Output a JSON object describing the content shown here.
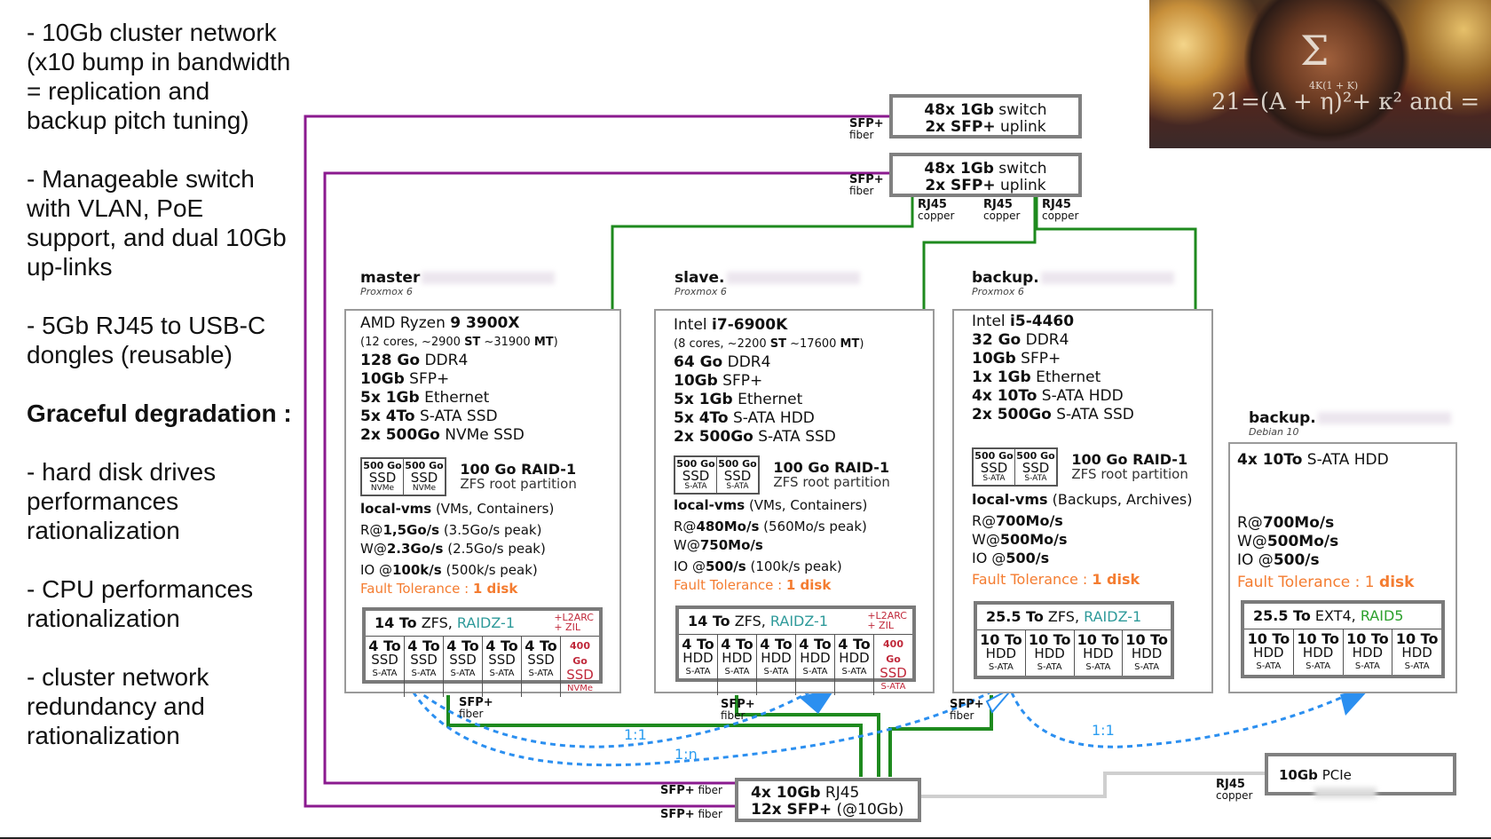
{
  "notes": {
    "items": [
      "- 10Gb cluster network (x10 bump in bandwidth = replication and backup pitch tuning)",
      "- Manageable switch with VLAN, PoE support, and dual 10Gb up-links",
      "- 5Gb RJ45 to USB-C dongles (reusable)"
    ],
    "heading": "Graceful degradation :",
    "degradation": [
      "- hard disk drives performances rationalization",
      "- CPU performances rationalization",
      "- cluster network redundancy and rationalization"
    ]
  },
  "switches": {
    "top1": {
      "l1_bold": "48x 1Gb",
      "l1": " switch",
      "l2_bold": "2x SFP+",
      "l2": " uplink"
    },
    "top2": {
      "l1_bold": "48x 1Gb",
      "l1": " switch",
      "l2_bold": "2x SFP+",
      "l2": " uplink"
    },
    "core": {
      "l1_bold": "4x 10Gb",
      "l1": " RJ45",
      "l2_bold": "12x SFP+",
      "l2": " (@10Gb)"
    },
    "pcie": {
      "l1_bold": "10Gb",
      "l1": " PCIe"
    }
  },
  "link_labels": {
    "sfp": "SFP+",
    "fiber": "fiber",
    "rj45": "RJ45",
    "copper": "copper",
    "sfp_fiber": "SFP+",
    "fiber_inline": " fiber"
  },
  "ratios": [
    "1:1",
    "1:n",
    "1:1"
  ],
  "hosts": {
    "master": {
      "name": "master",
      "os": "Proxmox 6",
      "cpu_pre": "AMD Ryzen ",
      "cpu": "9 3900X",
      "cpu_detail_pre": "(12 cores, ~2900 ",
      "st": "ST",
      "cpu_detail_mid": " ~31900 ",
      "mt": "MT",
      "cpu_detail_post": ")",
      "specs": [
        {
          "b": "128 Go",
          "t": " DDR4"
        },
        {
          "b": "10Gb",
          "t": " SFP+"
        },
        {
          "b": "5x 1Gb",
          "t": " Ethernet"
        },
        {
          "b": "5x 4To",
          "t": " S-ATA SSD"
        },
        {
          "b": "2x 500Go",
          "t": " NVMe SSD"
        }
      ],
      "root_disks": [
        {
          "t": "500 Go",
          "m": "SSD",
          "s": "NVMe"
        },
        {
          "t": "500 Go",
          "m": "SSD",
          "s": "NVMe"
        }
      ],
      "root_l1": "100 Go RAID-1",
      "root_l2": "ZFS root partition",
      "vms_b": "local-vms",
      "vms_t": " (VMs, Containers)",
      "r_pre": "R@",
      "r_b": "1,5Go/s",
      "r_post": " (3.5Go/s peak)",
      "w_pre": "W@",
      "w_b": "2.3Go/s",
      "w_post": " (2.5Go/s peak)",
      "io_pre": "IO @",
      "io_b": "100k/s",
      "io_post": " (500k/s peak)",
      "ft": "Fault Tolerance : ",
      "ft_b": "1 disk",
      "pool_b": "14 To",
      "pool_t": " ZFS, ",
      "pool_raid": "RAIDZ-1",
      "pool_extra1": "+L2ARC",
      "pool_extra2": "+ ZIL",
      "disks": [
        {
          "t": "4 To",
          "m": "SSD",
          "s": "S-ATA"
        },
        {
          "t": "4 To",
          "m": "SSD",
          "s": "S-ATA"
        },
        {
          "t": "4 To",
          "m": "SSD",
          "s": "S-ATA"
        },
        {
          "t": "4 To",
          "m": "SSD",
          "s": "S-ATA"
        },
        {
          "t": "4 To",
          "m": "SSD",
          "s": "S-ATA"
        }
      ],
      "cache": {
        "t": "400 Go",
        "m": "SSD",
        "s": "NVMe"
      }
    },
    "slave": {
      "name": "slave.",
      "os": "Proxmox 6",
      "cpu_pre": "Intel ",
      "cpu": "i7-6900K",
      "cpu_detail_pre": "(8 cores, ~2200 ",
      "st": "ST",
      "cpu_detail_mid": " ~17600 ",
      "mt": "MT",
      "cpu_detail_post": ")",
      "specs": [
        {
          "b": "64 Go",
          "t": " DDR4"
        },
        {
          "b": "10Gb",
          "t": " SFP+"
        },
        {
          "b": "5x 1Gb",
          "t": " Ethernet"
        },
        {
          "b": "5x 4To",
          "t": " S-ATA HDD"
        },
        {
          "b": "2x 500Go",
          "t": " S-ATA SSD"
        }
      ],
      "root_disks": [
        {
          "t": "500 Go",
          "m": "SSD",
          "s": "S-ATA"
        },
        {
          "t": "500 Go",
          "m": "SSD",
          "s": "S-ATA"
        }
      ],
      "root_l1": "100 Go RAID-1",
      "root_l2": "ZFS root partition",
      "vms_b": "local-vms",
      "vms_t": " (VMs, Containers)",
      "r_pre": "R@",
      "r_b": "480Mo/s",
      "r_post": " (560Mo/s peak)",
      "w_pre": "W@",
      "w_b": "750Mo/s",
      "w_post": "",
      "io_pre": "IO @",
      "io_b": "500/s",
      "io_post": " (100k/s peak)",
      "ft": "Fault Tolerance : ",
      "ft_b": "1 disk",
      "pool_b": "14 To",
      "pool_t": " ZFS, ",
      "pool_raid": "RAIDZ-1",
      "pool_extra1": "+L2ARC",
      "pool_extra2": "+ ZIL",
      "disks": [
        {
          "t": "4 To",
          "m": "HDD",
          "s": "S-ATA"
        },
        {
          "t": "4 To",
          "m": "HDD",
          "s": "S-ATA"
        },
        {
          "t": "4 To",
          "m": "HDD",
          "s": "S-ATA"
        },
        {
          "t": "4 To",
          "m": "HDD",
          "s": "S-ATA"
        },
        {
          "t": "4 To",
          "m": "HDD",
          "s": "S-ATA"
        }
      ],
      "cache": {
        "t": "400 Go",
        "m": "SSD",
        "s": "S-ATA"
      }
    },
    "backup": {
      "name": "backup.",
      "os": "Proxmox 6",
      "cpu_pre": "Intel ",
      "cpu": "i5-4460",
      "specs": [
        {
          "b": "32 Go",
          "t": " DDR4"
        },
        {
          "b": "10Gb",
          "t": " SFP+"
        },
        {
          "b": "1x 1Gb",
          "t": " Ethernet"
        },
        {
          "b": "4x 10To",
          "t": " S-ATA HDD"
        },
        {
          "b": "2x 500Go",
          "t": " S-ATA SSD"
        }
      ],
      "root_disks": [
        {
          "t": "500 Go",
          "m": "SSD",
          "s": "S-ATA"
        },
        {
          "t": "500 Go",
          "m": "SSD",
          "s": "S-ATA"
        }
      ],
      "root_l1": "100 Go RAID-1",
      "root_l2": "ZFS root partition",
      "vms_b": "local-vms",
      "vms_t": " (Backups, Archives)",
      "r_pre": "R@",
      "r_b": "700Mo/s",
      "w_pre": "W@",
      "w_b": "500Mo/s",
      "io_pre": "IO @",
      "io_b": "500/s",
      "ft": "Fault Tolerance : ",
      "ft_b": "1 disk",
      "pool_b": "25.5 To",
      "pool_t": " ZFS, ",
      "pool_raid": "RAIDZ-1",
      "disks": [
        {
          "t": "10 To",
          "m": "HDD",
          "s": "S-ATA"
        },
        {
          "t": "10 To",
          "m": "HDD",
          "s": "S-ATA"
        },
        {
          "t": "10 To",
          "m": "HDD",
          "s": "S-ATA"
        },
        {
          "t": "10 To",
          "m": "HDD",
          "s": "S-ATA"
        }
      ]
    },
    "backup2": {
      "name": "backup.",
      "os": "Debian 10",
      "spec_b": "4x 10To",
      "spec_t": " S-ATA HDD",
      "r_pre": "R@",
      "r_b": "700Mo/s",
      "w_pre": "W@",
      "w_b": "500Mo/s",
      "io_pre": "IO @",
      "io_b": "500/s",
      "ft": "Fault Tolerance : 1 ",
      "ft_b": "disk",
      "pool_b": "25.5 To",
      "pool_t": " EXT4, ",
      "pool_raid": "RAID5",
      "disks": [
        {
          "t": "10 To",
          "m": "HDD",
          "s": "S-ATA"
        },
        {
          "t": "10 To",
          "m": "HDD",
          "s": "S-ATA"
        },
        {
          "t": "10 To",
          "m": "HDD",
          "s": "S-ATA"
        },
        {
          "t": "10 To",
          "m": "HDD",
          "s": "S-ATA"
        }
      ]
    }
  },
  "colors": {
    "fiber": "#8b1a8f",
    "copper": "#1e8a1e",
    "replication": "#2b8ff0",
    "grey_link": "#cfcfcf",
    "fault": "#f47c30"
  },
  "video": {
    "eq1": "21=(A + η)²+ κ² and  =",
    "eq2": "Σ",
    "eq3": "4K(1 + K)"
  }
}
